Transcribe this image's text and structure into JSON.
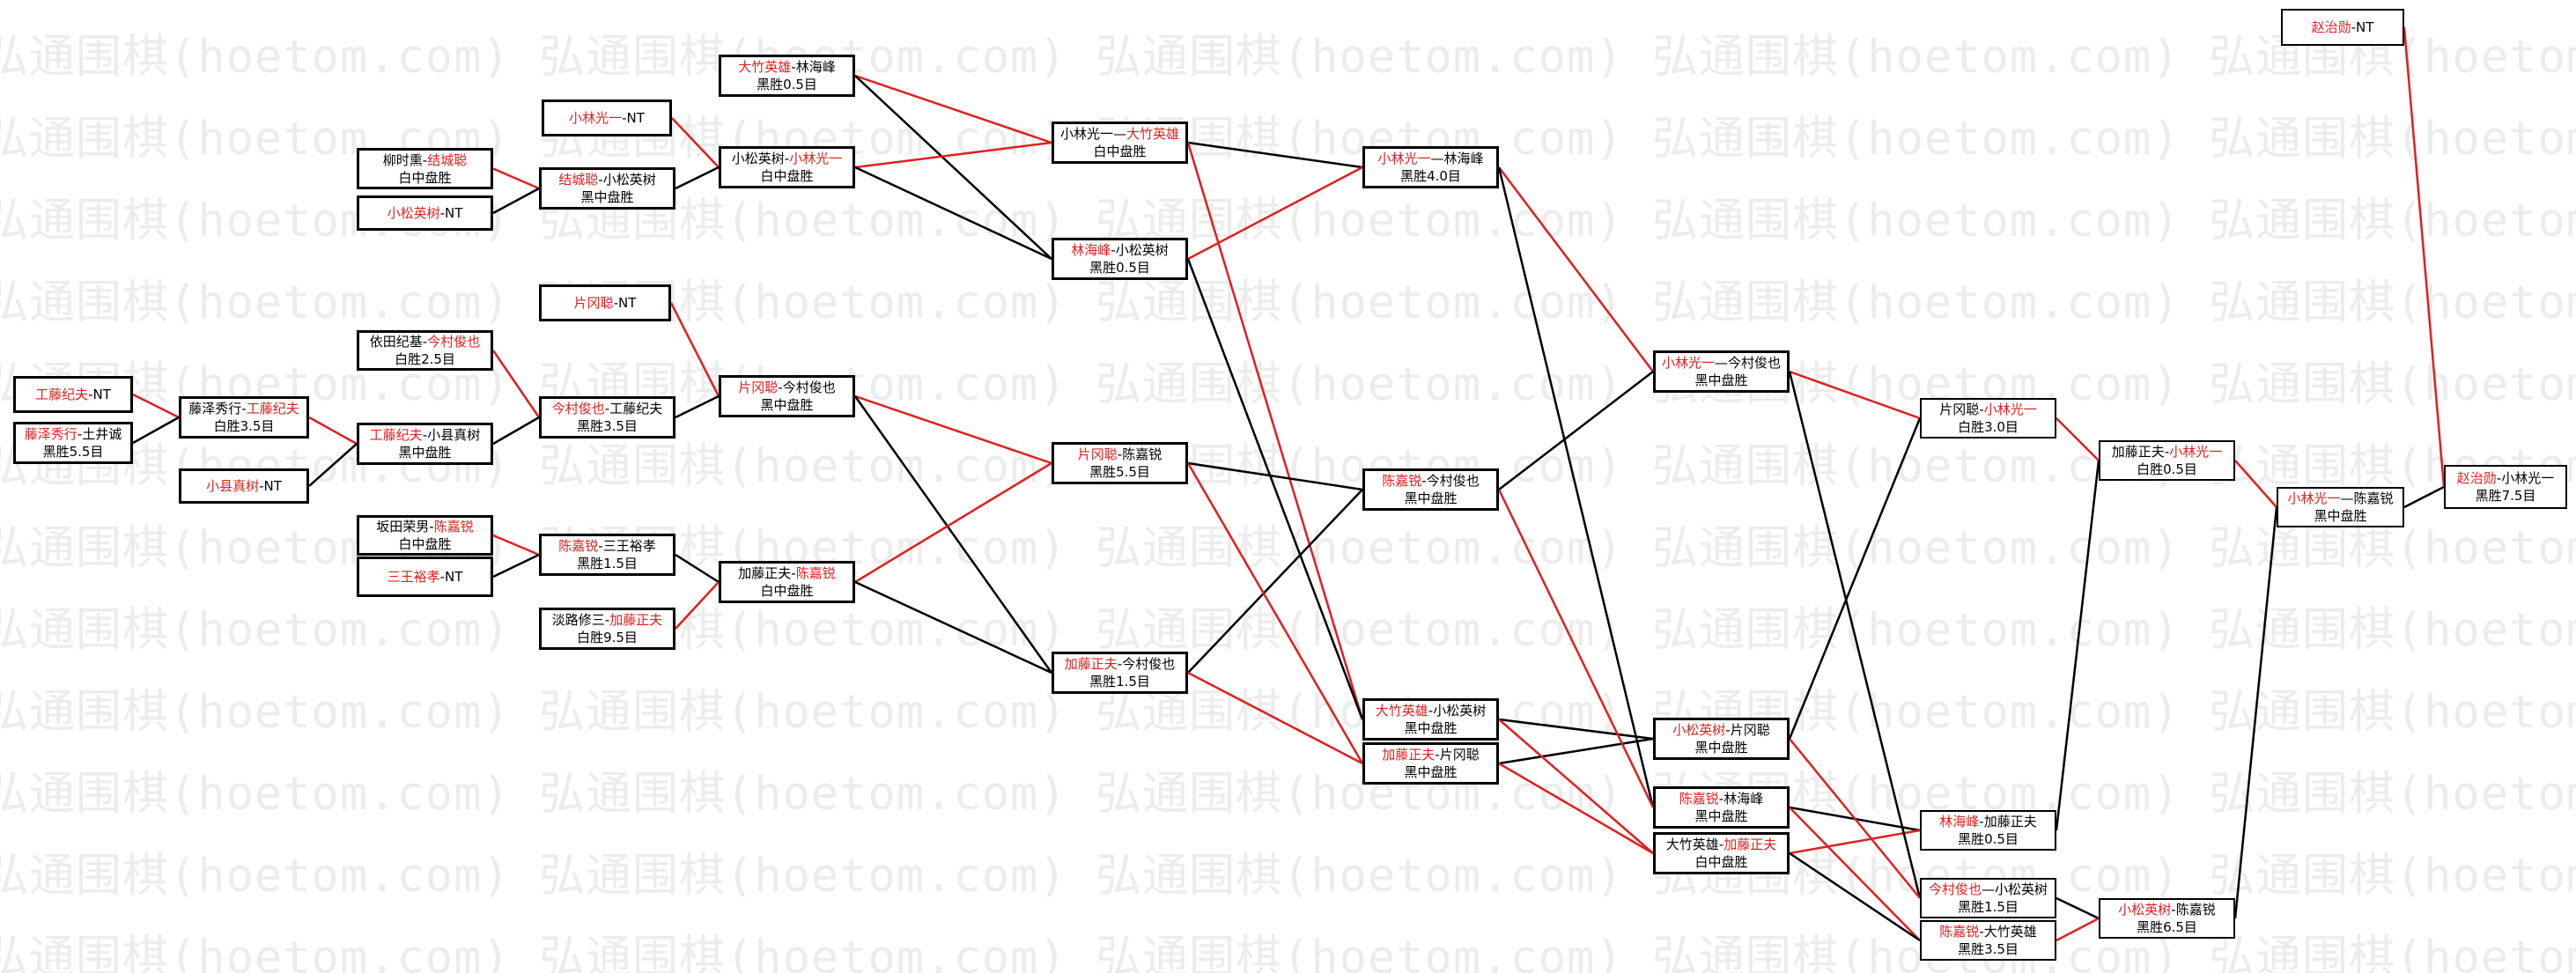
{
  "watermark": "弘通围棋(hoetom.com)",
  "colors": {
    "winner": "#e01f1f",
    "line": "#000000",
    "win_line": "#e01f1f"
  },
  "nodes": [
    {
      "id": "c1a",
      "p1": "工藤纪夫",
      "sep": "-",
      "p2": "NT",
      "winner": 1
    },
    {
      "id": "c1b",
      "p1": "藤泽秀行",
      "sep": "-",
      "p2": "土井诚",
      "winner": 1,
      "result": "黑胜5.5目"
    },
    {
      "id": "c1c",
      "p1": "小县真树",
      "sep": "-",
      "p2": "NT",
      "winner": 1
    },
    {
      "id": "c1d",
      "p1": "柳时熏",
      "sep": "-",
      "p2": "结城聪",
      "winner": 2,
      "result": "白中盘胜"
    },
    {
      "id": "c1e",
      "p1": "小松英树",
      "sep": "-",
      "p2": "NT",
      "winner": 1
    },
    {
      "id": "c1f",
      "p1": "依田纪基",
      "sep": "-",
      "p2": "今村俊也",
      "winner": 2,
      "result": "白胜2.5目"
    },
    {
      "id": "c1g",
      "p1": "坂田荣男",
      "sep": "-",
      "p2": "陈嘉锐",
      "winner": 2,
      "result": "白中盘胜"
    },
    {
      "id": "c1h",
      "p1": "三王裕孝",
      "sep": "-",
      "p2": "NT",
      "winner": 1
    },
    {
      "id": "c2a",
      "p1": "藤泽秀行",
      "sep": "-",
      "p2": "工藤纪夫",
      "winner": 2,
      "result": "白胜3.5目"
    },
    {
      "id": "c2b",
      "p1": "小林光一",
      "sep": "-",
      "p2": "NT",
      "winner": 1
    },
    {
      "id": "c2c",
      "p1": "结城聪",
      "sep": "-",
      "p2": "小松英树",
      "winner": 1,
      "result": "黑中盘胜"
    },
    {
      "id": "c2d",
      "p1": "片冈聪",
      "sep": "-",
      "p2": "NT",
      "winner": 1
    },
    {
      "id": "c2e",
      "p1": "今村俊也",
      "sep": "-",
      "p2": "工藤纪夫",
      "winner": 1,
      "result": "黑胜3.5目"
    },
    {
      "id": "c2f",
      "p1": "工藤纪夫",
      "sep": "-",
      "p2": "小县真树",
      "winner": 1,
      "result": "黑中盘胜"
    },
    {
      "id": "c2g",
      "p1": "陈嘉锐",
      "sep": "-",
      "p2": "三王裕孝",
      "winner": 1,
      "result": "黑胜1.5目"
    },
    {
      "id": "c2h",
      "p1": "淡路修三",
      "sep": "-",
      "p2": "加藤正夫",
      "winner": 2,
      "result": "白胜9.5目"
    },
    {
      "id": "c3a",
      "p1": "大竹英雄",
      "sep": "-",
      "p2": "林海峰",
      "winner": 1,
      "result": "黑胜0.5目"
    },
    {
      "id": "c3b",
      "p1": "小松英树",
      "sep": "-",
      "p2": "小林光一",
      "winner": 2,
      "result": "白中盘胜"
    },
    {
      "id": "c3c",
      "p1": "片冈聪",
      "sep": "-",
      "p2": "今村俊也",
      "winner": 1,
      "result": "黑中盘胜"
    },
    {
      "id": "c3d",
      "p1": "加藤正夫",
      "sep": "-",
      "p2": "陈嘉锐",
      "winner": 2,
      "result": "白中盘胜"
    },
    {
      "id": "c4a",
      "p1": "小林光一",
      "sep": "—",
      "p2": "大竹英雄",
      "winner": 2,
      "result": "白中盘胜"
    },
    {
      "id": "c4b",
      "p1": "林海峰",
      "sep": "-",
      "p2": "小松英树",
      "winner": 1,
      "result": "黑胜0.5目"
    },
    {
      "id": "c4c",
      "p1": "片冈聪",
      "sep": "-",
      "p2": "陈嘉锐",
      "winner": 1,
      "result": "黑胜5.5目"
    },
    {
      "id": "c4d",
      "p1": "加藤正夫",
      "sep": "-",
      "p2": "今村俊也",
      "winner": 1,
      "result": "黑胜1.5目"
    },
    {
      "id": "c5a",
      "p1": "小林光一",
      "sep": "—",
      "p2": "林海峰",
      "winner": 1,
      "result": "黑胜4.0目"
    },
    {
      "id": "c5b",
      "p1": "陈嘉锐",
      "sep": "-",
      "p2": "今村俊也",
      "winner": 1,
      "result": "黑中盘胜"
    },
    {
      "id": "c5c",
      "p1": "大竹英雄",
      "sep": "-",
      "p2": "小松英树",
      "winner": 1,
      "result": "黑中盘胜"
    },
    {
      "id": "c5d",
      "p1": "加藤正夫",
      "sep": "-",
      "p2": "片冈聪",
      "winner": 1,
      "result": "黑中盘胜"
    },
    {
      "id": "c6a",
      "p1": "小林光一",
      "sep": "—",
      "p2": "今村俊也",
      "winner": 1,
      "result": "黑中盘胜"
    },
    {
      "id": "c6b",
      "p1": "小松英树",
      "sep": "-",
      "p2": "片冈聪",
      "winner": 1,
      "result": "黑中盘胜"
    },
    {
      "id": "c6c",
      "p1": "陈嘉锐",
      "sep": "-",
      "p2": "林海峰",
      "winner": 1,
      "result": "黑中盘胜"
    },
    {
      "id": "c6d",
      "p1": "大竹英雄",
      "sep": "-",
      "p2": "加藤正夫",
      "winner": 2,
      "result": "白中盘胜"
    },
    {
      "id": "c7a",
      "p1": "片冈聪",
      "sep": "-",
      "p2": "小林光一",
      "winner": 2,
      "result": "白胜3.0目",
      "final": true
    },
    {
      "id": "c7b",
      "p1": "林海峰",
      "sep": "-",
      "p2": "加藤正夫",
      "winner": 1,
      "result": "黑胜0.5目",
      "final": true
    },
    {
      "id": "c7c",
      "p1": "今村俊也",
      "sep": "—",
      "p2": "小松英树",
      "winner": 1,
      "result": "黑胜1.5目",
      "final": true
    },
    {
      "id": "c7d",
      "p1": "陈嘉锐",
      "sep": "-",
      "p2": "大竹英雄",
      "winner": 1,
      "result": "黑胜3.5目",
      "final": true
    },
    {
      "id": "c8a",
      "p1": "加藤正夫",
      "sep": "-",
      "p2": "小林光一",
      "winner": 2,
      "result": "白胜0.5目",
      "final": true
    },
    {
      "id": "c8b",
      "p1": "小松英树",
      "sep": "-",
      "p2": "陈嘉锐",
      "winner": 1,
      "result": "黑胜6.5目",
      "final": true
    },
    {
      "id": "c9a",
      "p1": "小林光一",
      "sep": "—",
      "p2": "陈嘉锐",
      "winner": 1,
      "result": "黑中盘胜",
      "final": true
    },
    {
      "id": "c10a",
      "p1": "赵治勋",
      "sep": "-",
      "p2": "NT",
      "winner": 1,
      "final": true
    },
    {
      "id": "c10b",
      "p1": "赵治勋",
      "sep": "-",
      "p2": "小林光一",
      "winner": 1,
      "result": "黑胜7.5目",
      "final": true
    }
  ]
}
